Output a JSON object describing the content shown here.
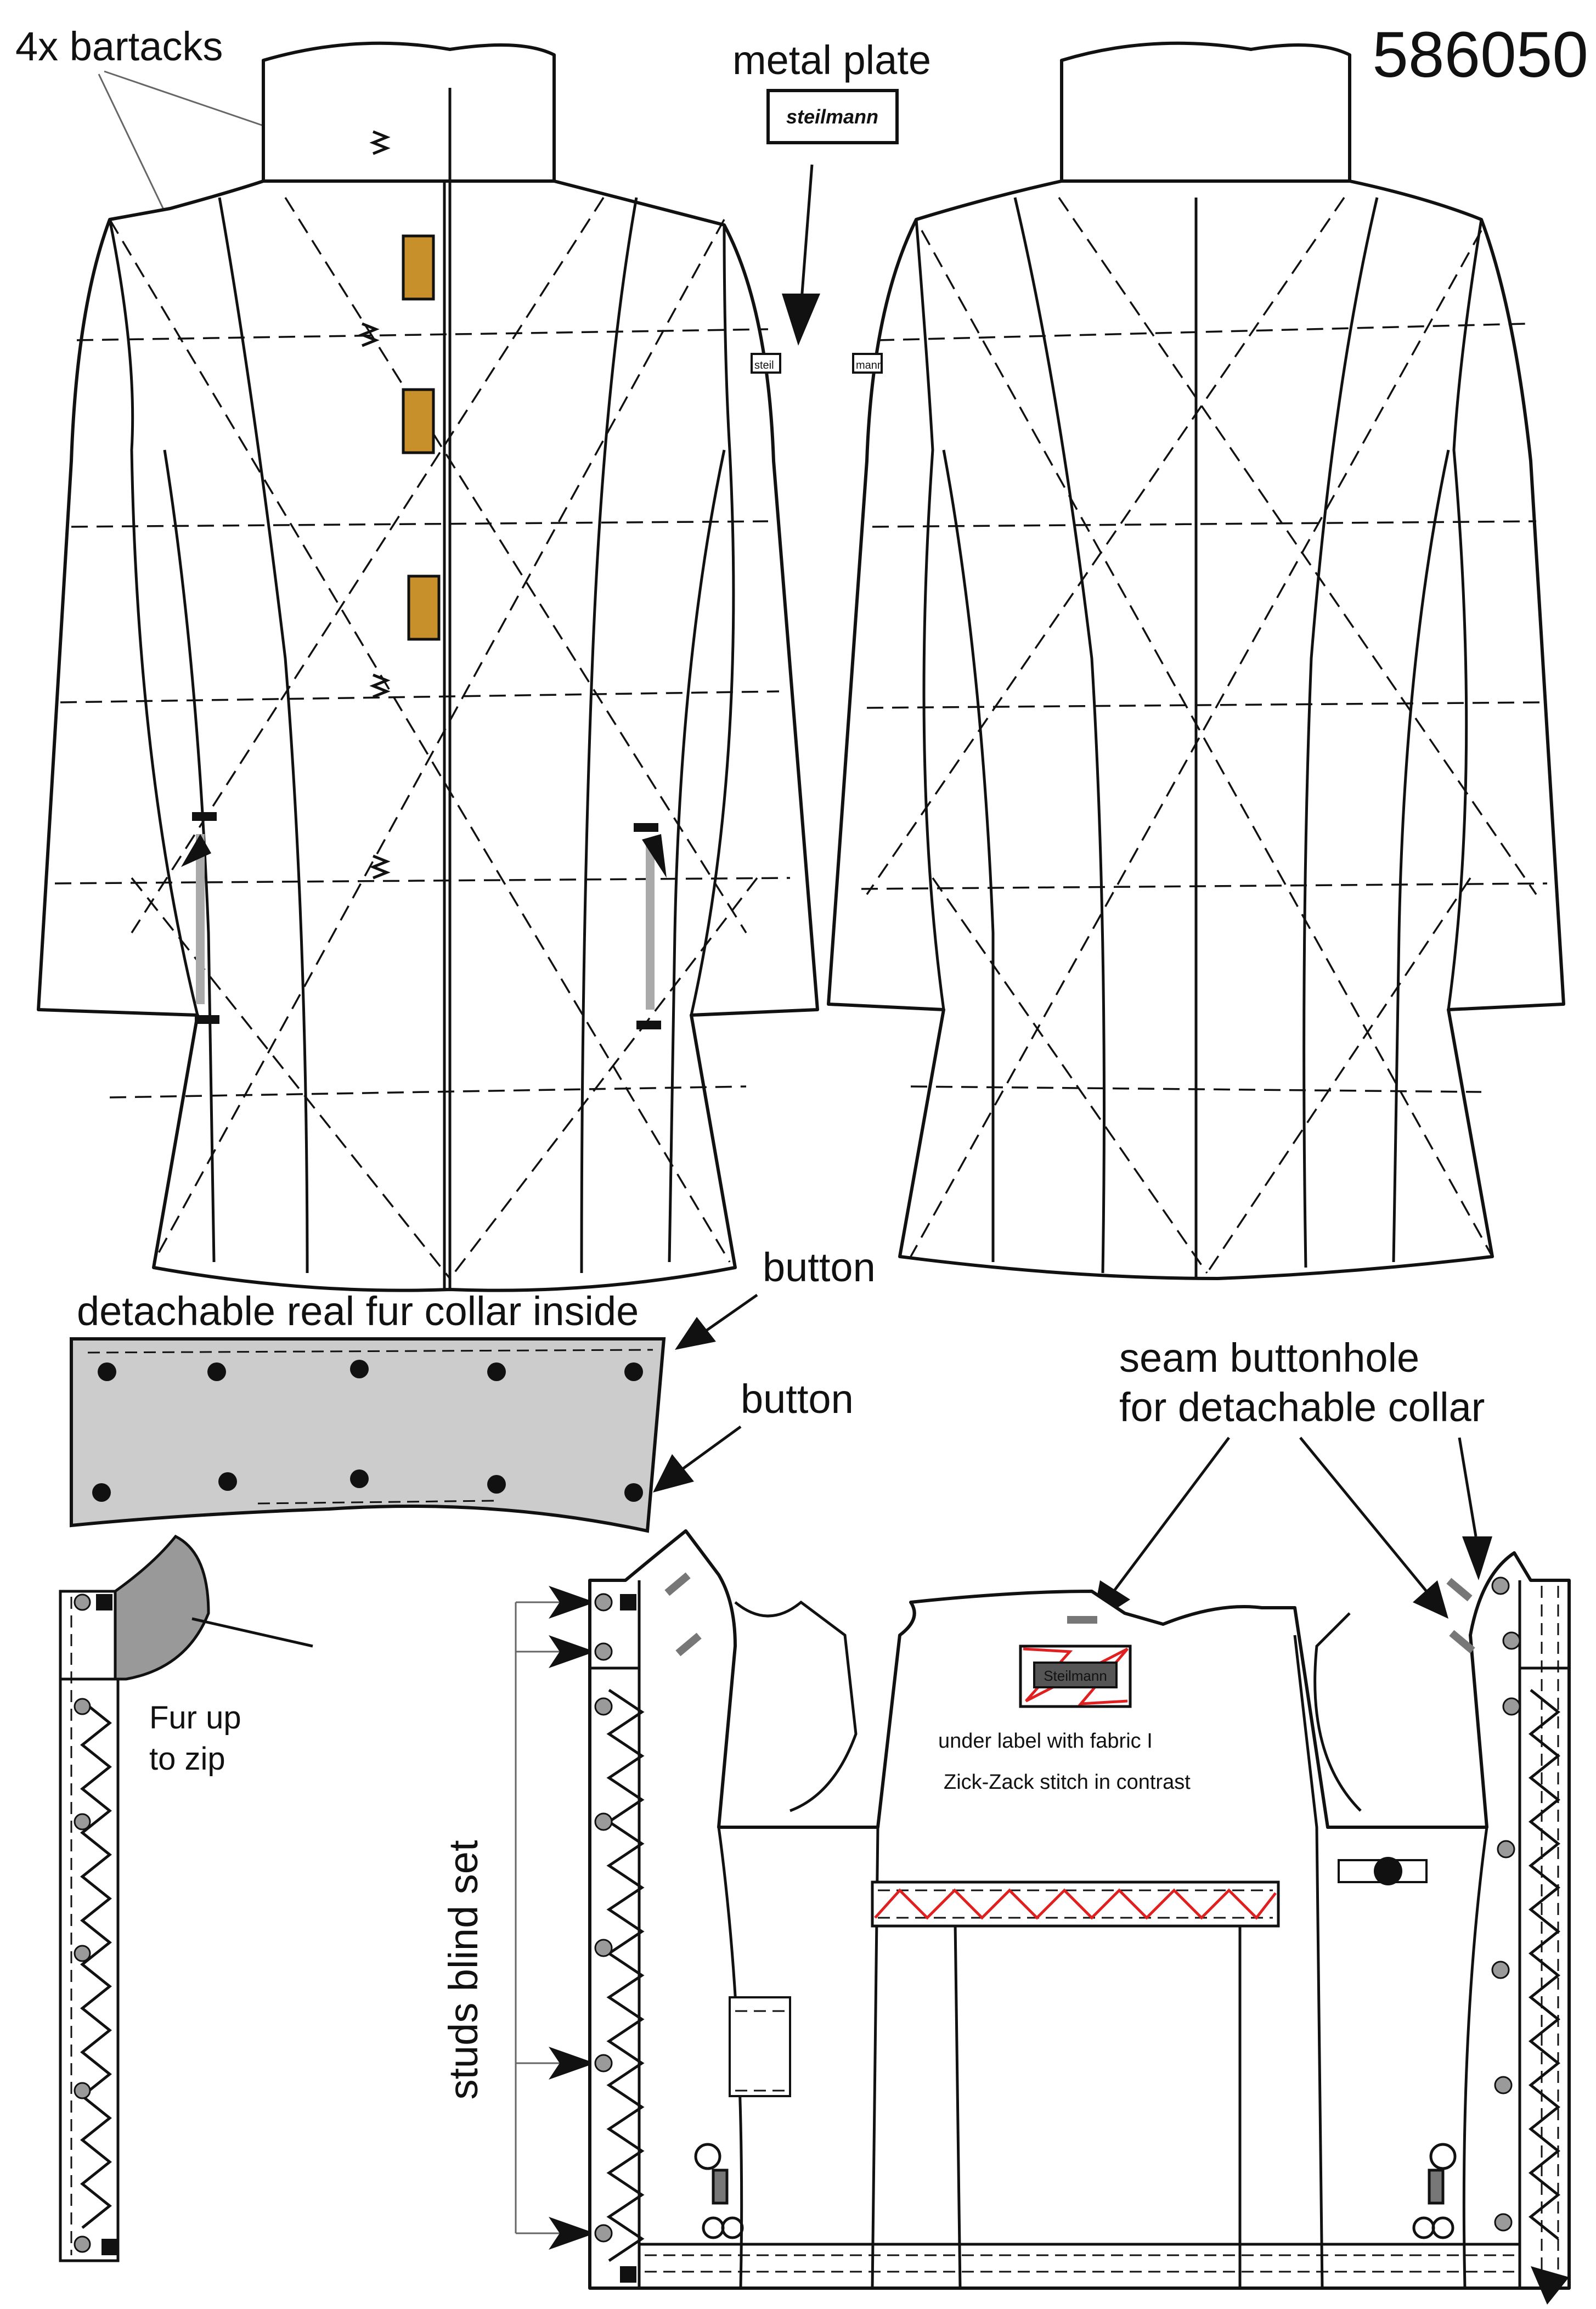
{
  "style_number": "586050",
  "callouts": {
    "bartacks": "4x bartacks",
    "metal_plate": "metal plate",
    "plate_brand": "steilmann",
    "sleeve_plate_text_left": "steil",
    "sleeve_plate_text_right": "mann",
    "fur_collar": "detachable real fur collar inside",
    "button_top": "button",
    "button_bottom": "button",
    "seam_buttonhole_line1": "seam buttonhole",
    "seam_buttonhole_line2": "for detachable collar",
    "fur_up_line1": "Fur up",
    "fur_up_line2": "to zip",
    "studs": "studs blind set",
    "inner_label": "Steilmann",
    "under_label": "under label with fabric I",
    "zigzag": "Zick-Zack stitch in contrast"
  },
  "colors": {
    "outline": "#111111",
    "fur": "#cccccc",
    "fur_tab": "#999999",
    "zip_tape": "#aaaaaa",
    "tab_gold": "#c8902a",
    "stitch_contrast": "#e02020",
    "stud": "#9a9a9a"
  }
}
